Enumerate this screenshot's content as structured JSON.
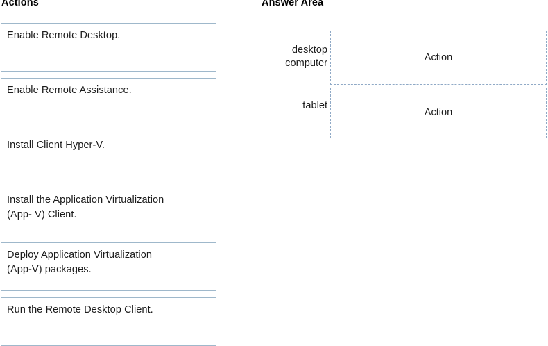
{
  "columns": {
    "actions_heading": "Actions",
    "answer_heading": "Answer Area"
  },
  "actions": {
    "items": [
      {
        "label": "Enable Remote Desktop."
      },
      {
        "label": "Enable Remote Assistance."
      },
      {
        "label": "Install Client Hyper-V."
      },
      {
        "label": "Install the Application Virtualization\n(App- V) Client."
      },
      {
        "label": "Deploy Application Virtualization\n(App-V) packages."
      },
      {
        "label": "Run the Remote Desktop Client."
      }
    ]
  },
  "answer_area": {
    "rows": [
      {
        "label": "desktop\ncomputer",
        "dropzone_text": "Action"
      },
      {
        "label": "tablet",
        "dropzone_text": "Action"
      }
    ]
  },
  "colors": {
    "card_border": "#9fb8cb",
    "dropzone_border": "#8fa9c6",
    "divider": "#e2e2e2",
    "text": "#1c1c1c",
    "background": "#ffffff"
  }
}
